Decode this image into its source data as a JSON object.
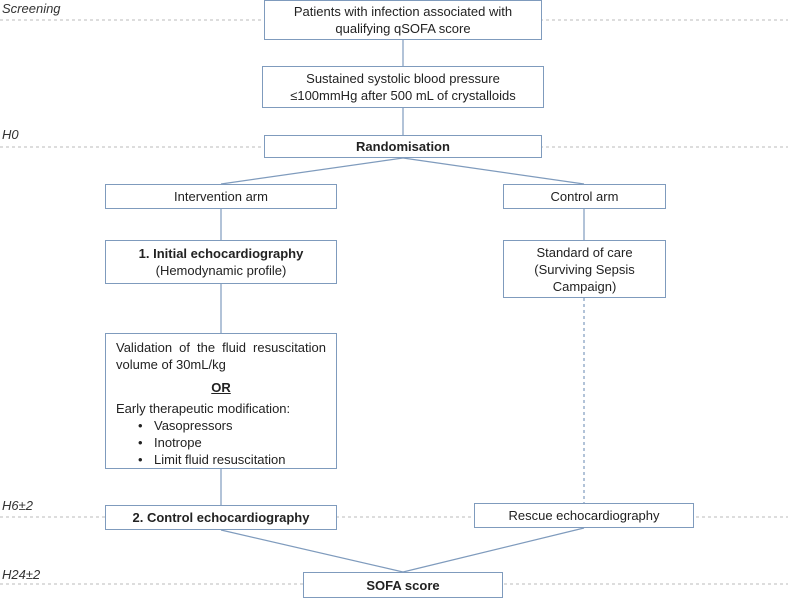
{
  "phases": {
    "screening": "Screening",
    "h0": "H0",
    "h6": "H6±2",
    "h24": "H24±2"
  },
  "nodes": {
    "patients_line1": "Patients with infection associated with",
    "patients_line2": "qualifying qSOFA score",
    "bp_line1": "Sustained systolic blood pressure",
    "bp_line2": "≤100mmHg after 500 mL of crystalloids",
    "randomisation": "Randomisation",
    "intervention_arm": "Intervention arm",
    "control_arm": "Control arm",
    "initial_echo_title": "1. Initial echocardiography",
    "initial_echo_sub": "(Hemodynamic profile)",
    "standard_care_line1": "Standard of care",
    "standard_care_line2": "(Surviving Sepsis",
    "standard_care_line3": "Campaign)",
    "validation_line1": "Validation of the fluid resuscitation",
    "validation_line2": "volume of 30mL/kg",
    "or_label": "OR",
    "early_mod": "Early therapeutic modification:",
    "options": [
      "Vasopressors",
      "Inotrope",
      "Limit fluid resuscitation"
    ],
    "control_echo": "2. Control echocardiography",
    "rescue_echo": "Rescue echocardiography",
    "sofa": "SOFA score"
  },
  "colors": {
    "box_border": "#7f9bbd",
    "connector": "#7f9bbd",
    "phase_line": "#bbbbbb"
  }
}
